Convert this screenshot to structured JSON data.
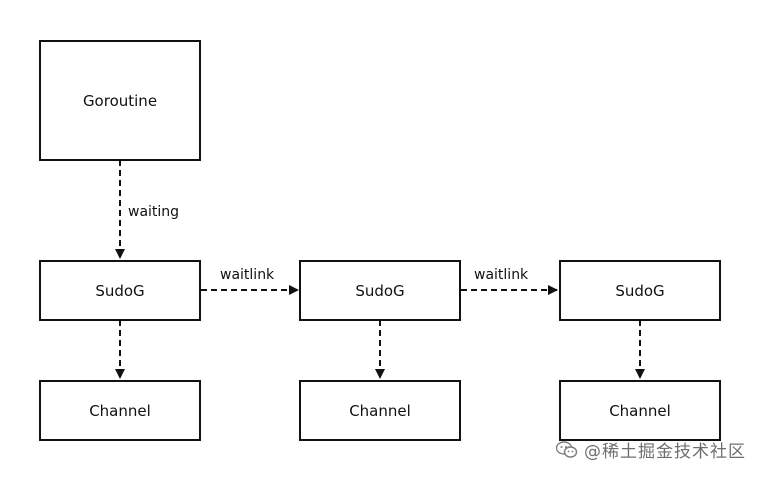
{
  "nodes": {
    "goroutine": "Goroutine",
    "sudog_1": "SudoG",
    "sudog_2": "SudoG",
    "sudog_3": "SudoG",
    "channel_1": "Channel",
    "channel_2": "Channel",
    "channel_3": "Channel"
  },
  "edge_labels": {
    "waiting": "waiting",
    "waitlink_1": "waitlink",
    "waitlink_2": "waitlink"
  },
  "watermark": "@稀土掘金技术社区",
  "watermark_icon": "wechat-icon"
}
